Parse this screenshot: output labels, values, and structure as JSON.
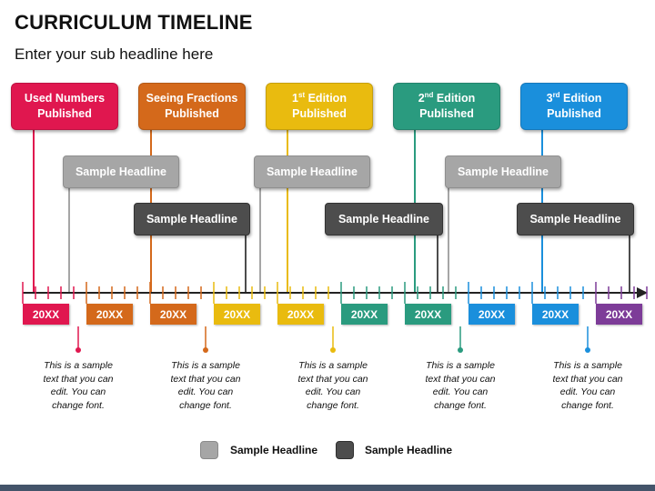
{
  "title": "CURRICULUM TIMELINE",
  "subtitle": "Enter your sub headline here",
  "milestones": [
    {
      "line1": "Used Numbers",
      "line2_pre": "",
      "line2_sup": "",
      "line2_post": "",
      "line3": "Published",
      "color": "#e0174f"
    },
    {
      "line1": "Seeing Fractions",
      "line2_pre": "",
      "line2_sup": "",
      "line2_post": "",
      "line3": "Published",
      "color": "#d4691b"
    },
    {
      "line1": "",
      "line2_pre": "1",
      "line2_sup": "st",
      "line2_post": " Edition",
      "line3": "Published",
      "color": "#e9bb0f"
    },
    {
      "line1": "",
      "line2_pre": "2",
      "line2_sup": "nd",
      "line2_post": " Edition",
      "line3": "Published",
      "color": "#2a9b7f"
    },
    {
      "line1": "",
      "line2_pre": "3",
      "line2_sup": "rd",
      "line2_post": " Edition",
      "line3": "Published",
      "color": "#1a8fdc"
    }
  ],
  "headlines": {
    "light": [
      "Sample Headline",
      "Sample Headline",
      "Sample Headline"
    ],
    "dark": [
      "Sample Headline",
      "Sample Headline",
      "Sample Headline"
    ]
  },
  "years": [
    {
      "label": "20XX",
      "color": "#e0174f"
    },
    {
      "label": "20XX",
      "color": "#d4691b"
    },
    {
      "label": "20XX",
      "color": "#d4691b"
    },
    {
      "label": "20XX",
      "color": "#e9bb0f"
    },
    {
      "label": "20XX",
      "color": "#e9bb0f"
    },
    {
      "label": "20XX",
      "color": "#2a9b7f"
    },
    {
      "label": "20XX",
      "color": "#2a9b7f"
    },
    {
      "label": "20XX",
      "color": "#1a8fdc"
    },
    {
      "label": "20XX",
      "color": "#1a8fdc"
    },
    {
      "label": "20XX",
      "color": "#7d3c98"
    }
  ],
  "descriptions": [
    {
      "line1": "This is a sample",
      "line2": "text that you can",
      "line3": "edit. You can",
      "line4": "change font."
    },
    {
      "line1": "This is a sample",
      "line2": "text that you can",
      "line3": "edit. You can",
      "line4": "change font."
    },
    {
      "line1": "This is a sample",
      "line2": "text that you can",
      "line3": "edit. You can",
      "line4": "change font."
    },
    {
      "line1": "This is a sample",
      "line2": "text that you can",
      "line3": "edit. You can",
      "line4": "change font."
    },
    {
      "line1": "This is a sample",
      "line2": "text that you can",
      "line3": "edit. You can",
      "line4": "change font."
    }
  ],
  "legend": [
    {
      "label": "Sample Headline",
      "color": "#a6a6a6"
    },
    {
      "label": "Sample Headline",
      "color": "#4d4d4d"
    }
  ],
  "colors": {
    "light_headline": "#a6a6a6",
    "dark_headline": "#4d4d4d",
    "axis": "#222222",
    "footer": "#44546a"
  }
}
